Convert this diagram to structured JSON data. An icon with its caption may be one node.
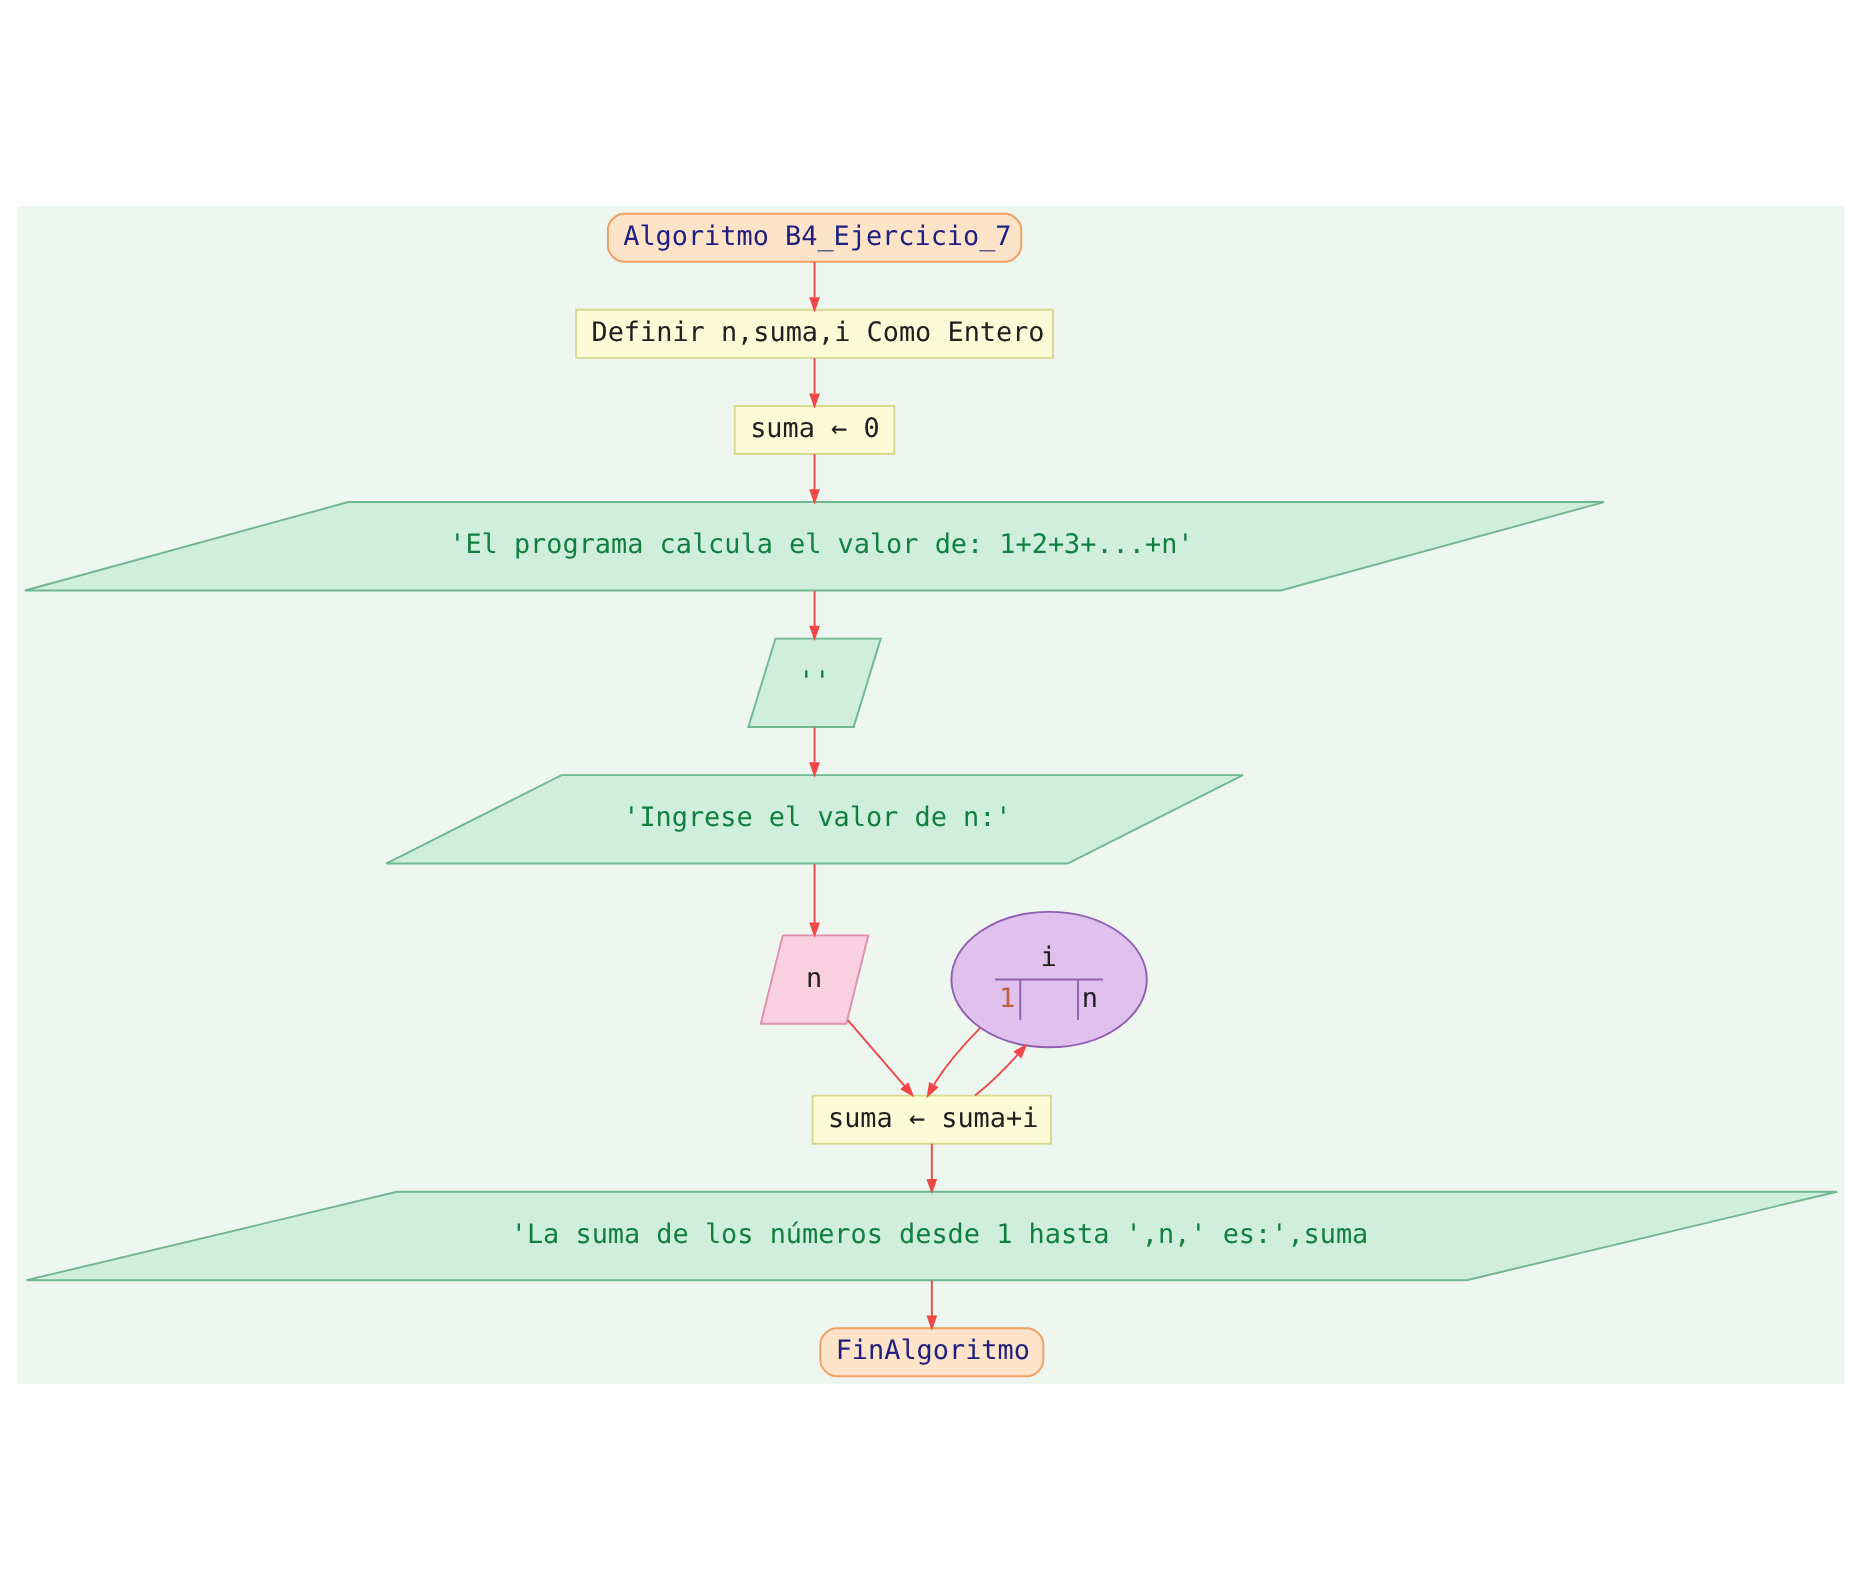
{
  "diagram": {
    "nodes": [
      {
        "text": [
          "Algoritmo B4_Ejercicio_7"
        ]
      },
      {
        "text": [
          "Definir n,suma,i Como Entero"
        ]
      },
      {
        "text": [
          "suma ← 0"
        ]
      },
      {
        "text": [
          "'El programa calcula el valor de: 1+2+3+...+n'"
        ]
      },
      {
        "text": [
          "''"
        ]
      },
      {
        "text": [
          "'Ingrese el valor de n:'"
        ]
      },
      {
        "text": [
          "n"
        ]
      },
      {
        "text": [
          "i",
          "1",
          "n"
        ]
      },
      {
        "text": [
          "suma ← suma+i"
        ]
      },
      {
        "text": [
          "'La suma de los números desde 1 hasta ',n,' es:',suma"
        ]
      },
      {
        "text": [
          "FinAlgoritmo"
        ]
      }
    ],
    "edges": [
      {
        "from": 0,
        "to": 1,
        "arrow": "to"
      },
      {
        "from": 1,
        "to": 2,
        "arrow": "to"
      },
      {
        "from": 2,
        "to": 3,
        "arrow": "to"
      },
      {
        "from": 3,
        "to": 4,
        "arrow": "to"
      },
      {
        "from": 4,
        "to": 5,
        "arrow": "to"
      },
      {
        "from": 5,
        "to": 6,
        "arrow": "to"
      },
      {
        "from": 6,
        "to": 8,
        "arrow": "to"
      },
      {
        "from": 7,
        "to": 8,
        "arrow": "to"
      },
      {
        "from": 8,
        "to": 7,
        "arrow": "to"
      },
      {
        "from": 8,
        "to": 9,
        "arrow": "to"
      },
      {
        "from": 9,
        "to": 10,
        "arrow": "to"
      }
    ]
  }
}
